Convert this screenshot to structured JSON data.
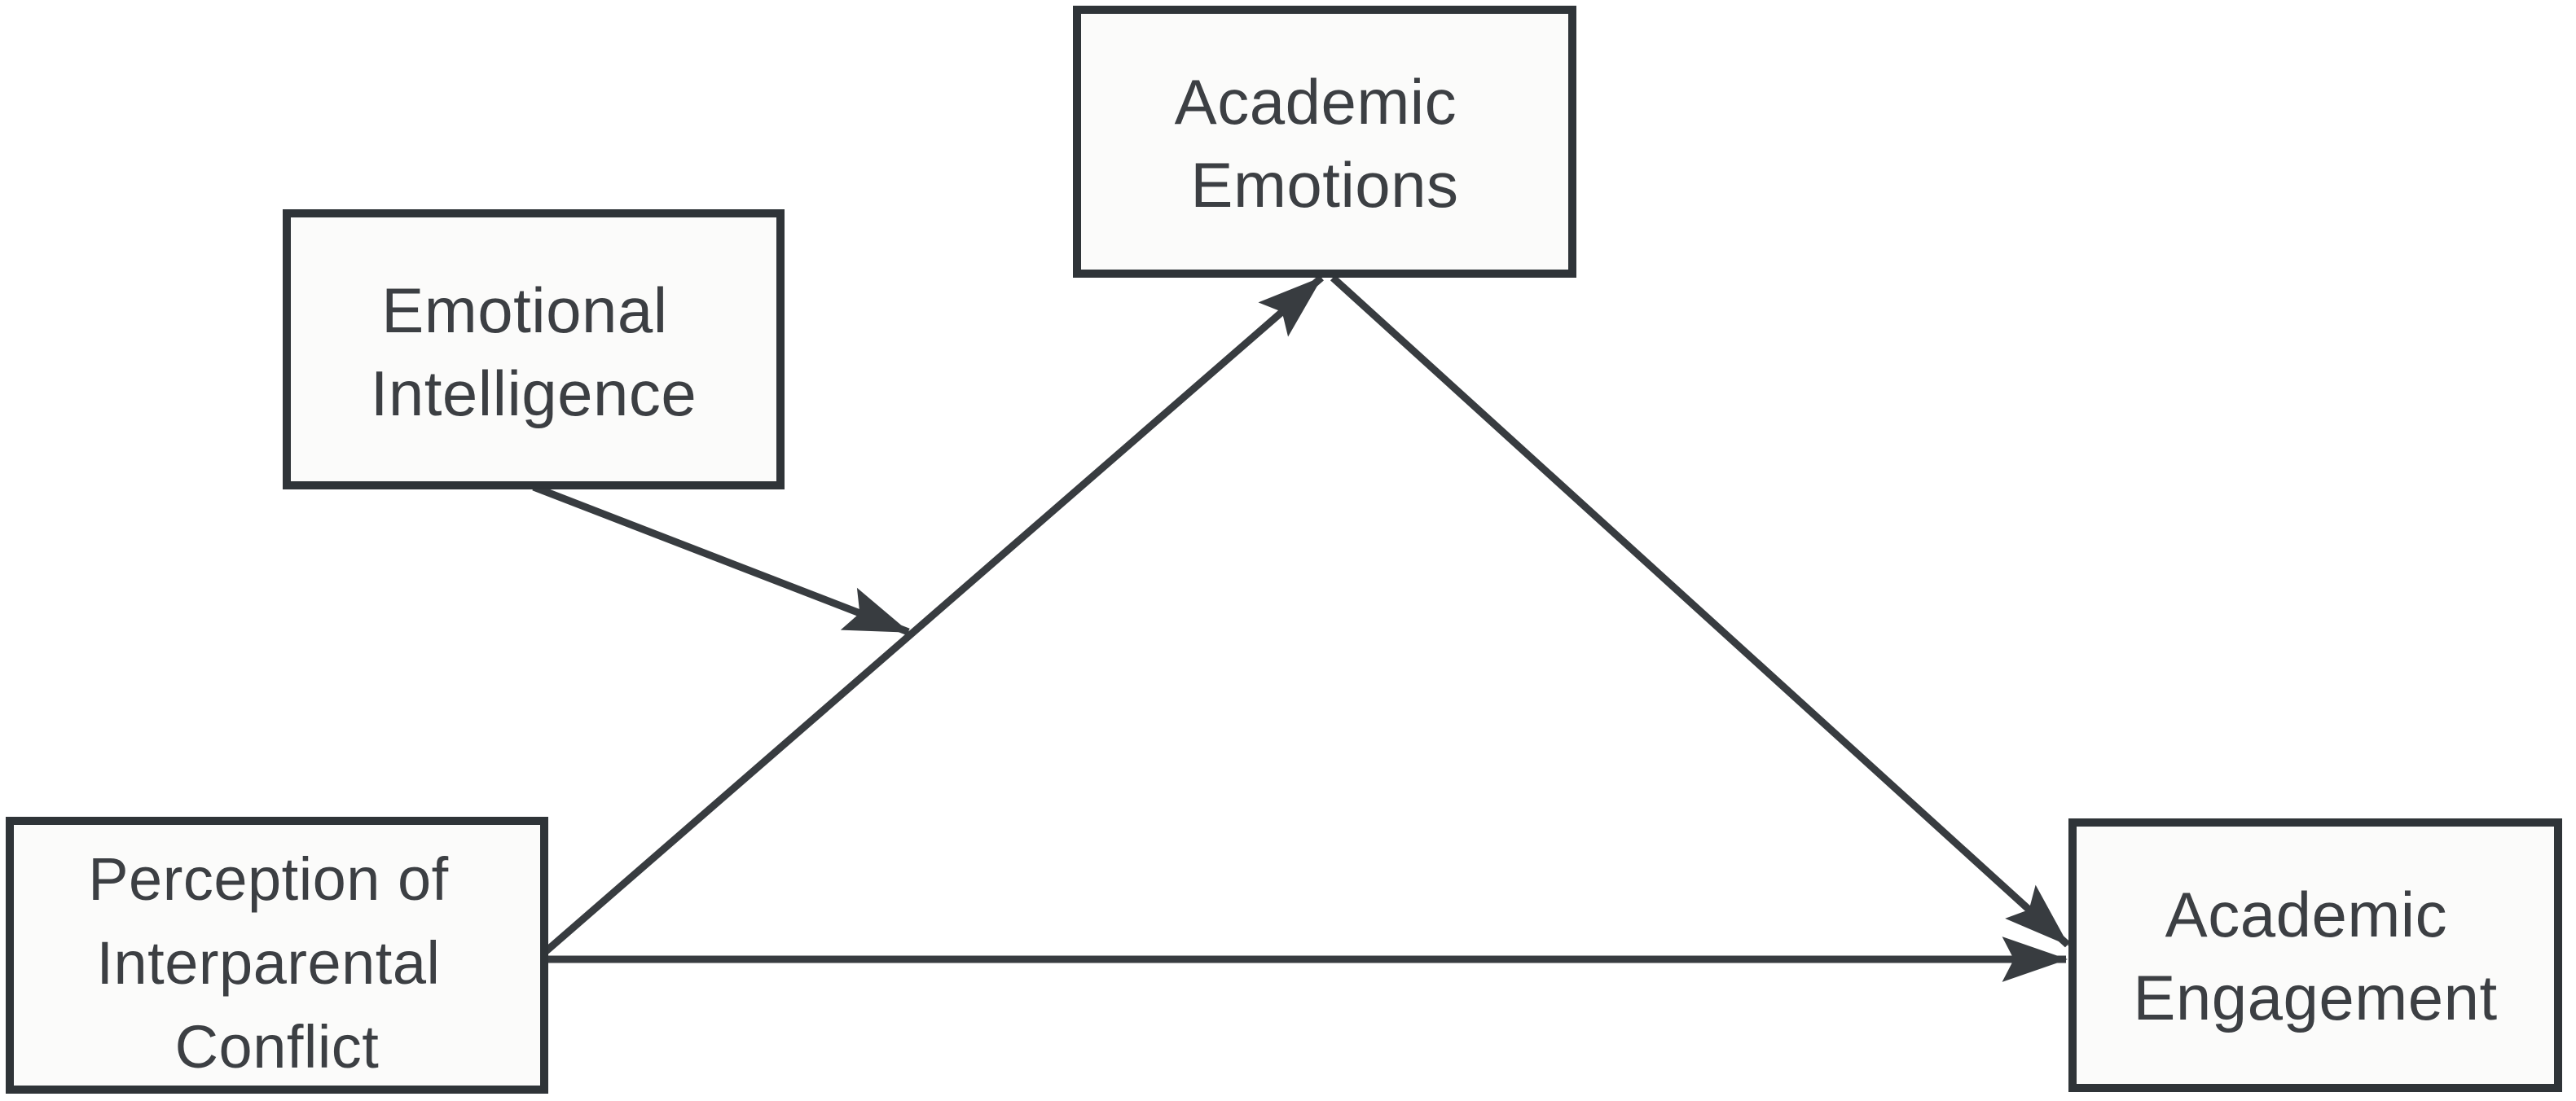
{
  "figure": {
    "description": "Moderated mediation path model diagram with four rectangular nodes and four arrows",
    "background_color": "#ffffff",
    "box_border_color": "#2f3438",
    "box_fill_color": "#fbfbfa",
    "line_color": "#383c40",
    "text_color": "#3c3f43",
    "nodes": {
      "academic_emotions": {
        "lines": [
          "Academic",
          "Emotions"
        ]
      },
      "emotional_intelligence": {
        "lines": [
          "Emotional",
          "Intelligence"
        ]
      },
      "perception_of_interparental_conflict": {
        "lines": [
          "Perception of",
          "Interparental",
          "Conflict"
        ]
      },
      "academic_engagement": {
        "lines": [
          "Academic",
          "Engagement"
        ]
      }
    },
    "edges": [
      {
        "id": "perception-to-emotions",
        "source": "perception_of_interparental_conflict",
        "target": "academic_emotions",
        "arrowhead": "end"
      },
      {
        "id": "emotions-to-engagement",
        "source": "academic_emotions",
        "target": "academic_engagement",
        "arrowhead": "end"
      },
      {
        "id": "perception-to-engagement",
        "source": "perception_of_interparental_conflict",
        "target": "academic_engagement",
        "arrowhead": "end"
      },
      {
        "id": "ei-moderation",
        "source": "emotional_intelligence",
        "target": "perception-to-emotions path",
        "arrowhead": "end"
      }
    ]
  }
}
